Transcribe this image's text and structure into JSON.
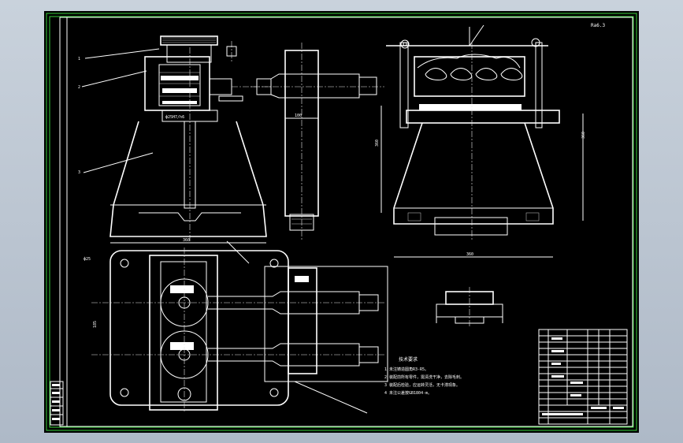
{
  "drawing": {
    "label_roughness": "Ra6.3",
    "label_left_top": "ф25",
    "label_fit": "ф25H7/h6",
    "label_center_dist": "185",
    "notes_heading": "技术要求",
    "notes": [
      "1 未注铸造圆角R3-R5。",
      "2 装配前所有零件，需清洗干净，去除毛刺。",
      "3 装配后检验，应运转灵活，无卡滞现象。",
      "4 未注公差按GB1804-m。"
    ]
  },
  "colors": {
    "border": "#38d13a",
    "lines": "#ffffff",
    "background": "#000000"
  }
}
